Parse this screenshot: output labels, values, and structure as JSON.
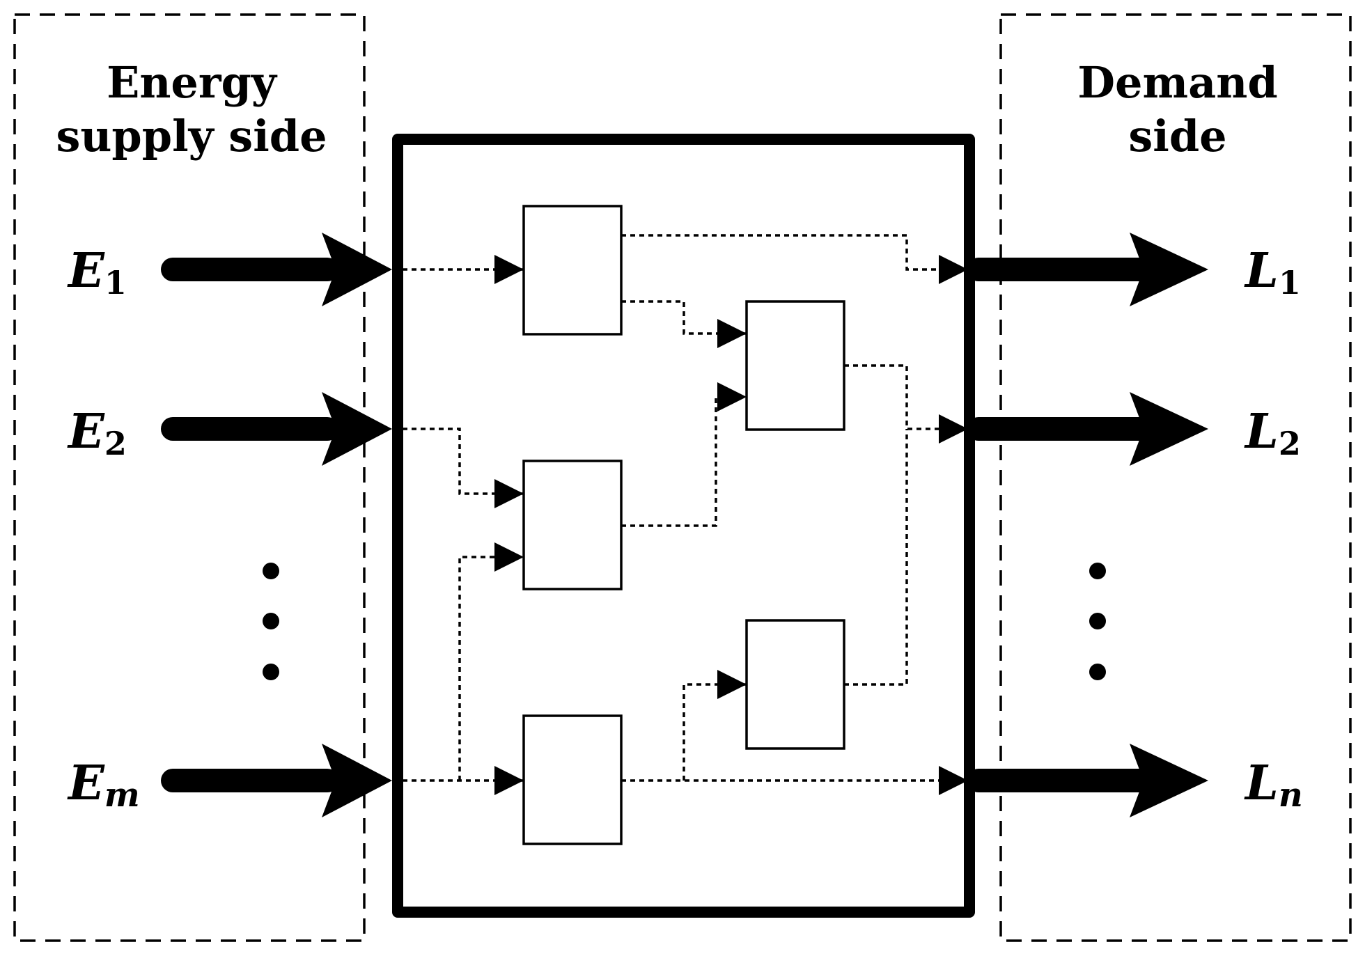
{
  "regions": {
    "supply": {
      "title_line1": "Energy",
      "title_line2": "supply side"
    },
    "demand": {
      "title_line1": "Demand",
      "title_line2": "side"
    }
  },
  "inputs": [
    {
      "letter": "E",
      "sub": "1"
    },
    {
      "letter": "E",
      "sub": "2"
    },
    {
      "letter": "E",
      "sub": "m"
    }
  ],
  "outputs": [
    {
      "letter": "L",
      "sub": "1"
    },
    {
      "letter": "L",
      "sub": "2"
    },
    {
      "letter": "L",
      "sub": "n"
    }
  ],
  "colors": {
    "stroke": "#000000",
    "background": "#ffffff"
  }
}
